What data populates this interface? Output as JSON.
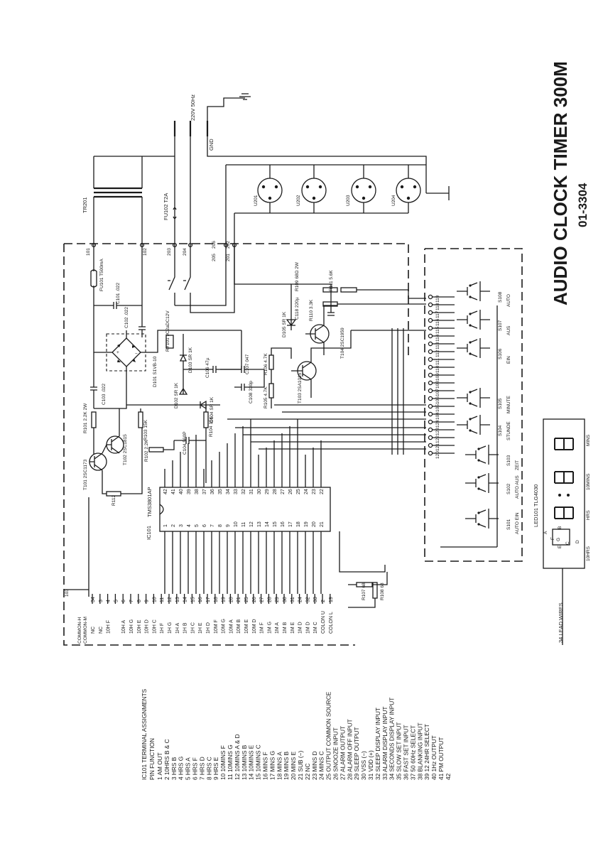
{
  "title": "AUDIO CLOCK TIMER 300M",
  "part_number": "01-3304",
  "power": {
    "mains": "220V 50Hz",
    "gnd": "GND",
    "transformer": "TR201"
  },
  "fuses": {
    "fu101": "FU101 T500mA",
    "fu102": "FU102 T2A"
  },
  "connectors": [
    "101",
    "102",
    "203",
    "204",
    "205",
    "206",
    "201",
    "202"
  ],
  "sockets": [
    "U201",
    "U202",
    "U203",
    "U204"
  ],
  "ic": {
    "ref": "IC101",
    "part": "TMS3801AP"
  },
  "components": {
    "c101": "C101 .022",
    "c102": "C102 .022",
    "c103": "C103 .022",
    "bridge": "D101 S1VB-10",
    "relay": "RY101 JC2aDC12V",
    "d103": "D103 SR 1K",
    "d102": "D102 SR 1K",
    "d104": "D104 SR 1K",
    "c106": "C106 47µ",
    "c107": "C107 047",
    "c108": "C108 330p",
    "c104": "C104 560P",
    "r101": "R101 2.2K 2W",
    "r103": "R103 15K",
    "r104": "R104 15K",
    "r102": "R102 2.2K",
    "r106": "R106 4.7K",
    "r105": "R105 4.7K",
    "r112": "R112",
    "t101": "T101 2SC1173",
    "t102": "T102 2SC1815",
    "t103": "T103 2SA1015",
    "t104": "T104 2SC1959",
    "d105": "D105 SR 1K",
    "c118": "C118 220µ",
    "r109": "R109 68Ω 2W",
    "r110": "R110 3.3K",
    "r111": "R111 5.6K",
    "r107": "R107 68",
    "r108": "R108 68"
  },
  "ic_pins_left": [
    "1",
    "2",
    "3",
    "4",
    "5",
    "6",
    "7",
    "8",
    "9",
    "10",
    "11",
    "12",
    "13",
    "14",
    "15",
    "16",
    "17",
    "18",
    "19",
    "20",
    "21"
  ],
  "ic_pins_right": [
    "42",
    "41",
    "40",
    "39",
    "38",
    "37",
    "36",
    "35",
    "34",
    "33",
    "32",
    "31",
    "30",
    "29",
    "28",
    "27",
    "26",
    "25",
    "24",
    "23",
    "22"
  ],
  "connector_pins": [
    {
      "pin": "34",
      "name": "NC"
    },
    {
      "pin": "3",
      "name": "NC"
    },
    {
      "pin": "4",
      "name": "10H F"
    },
    {
      "pin": "5",
      "name": ""
    },
    {
      "pin": "6",
      "name": "10H A"
    },
    {
      "pin": "7",
      "name": "10H G"
    },
    {
      "pin": "8",
      "name": "10H E"
    },
    {
      "pin": "9",
      "name": "10H D"
    },
    {
      "pin": "10",
      "name": "10H C"
    },
    {
      "pin": "11",
      "name": "1H F"
    },
    {
      "pin": "12",
      "name": "1H G"
    },
    {
      "pin": "13",
      "name": "1H A"
    },
    {
      "pin": "14",
      "name": "1H B"
    },
    {
      "pin": "15",
      "name": "1H C"
    },
    {
      "pin": "16",
      "name": "1H E"
    },
    {
      "pin": "17",
      "name": "1H D"
    },
    {
      "pin": "18",
      "name": "10M F"
    },
    {
      "pin": "19",
      "name": "10M G"
    },
    {
      "pin": "20",
      "name": "10M A"
    },
    {
      "pin": "21",
      "name": "10M B"
    },
    {
      "pin": "25",
      "name": "10M E"
    },
    {
      "pin": "26",
      "name": "10M D"
    },
    {
      "pin": "27",
      "name": "1M F"
    },
    {
      "pin": "28",
      "name": "1M G"
    },
    {
      "pin": "29",
      "name": "1M A"
    },
    {
      "pin": "30",
      "name": "1M B"
    },
    {
      "pin": "31",
      "name": "1M E"
    },
    {
      "pin": "24",
      "name": "1M D"
    },
    {
      "pin": "32",
      "name": "1M D"
    },
    {
      "pin": "33",
      "name": "1M C"
    },
    {
      "pin": "2",
      "name": "COLON U"
    },
    {
      "pin": "19",
      "name": "COLON L"
    }
  ],
  "common_labels": [
    "COMMON-H",
    "COMMON-M"
  ],
  "lead_wires": "34 LEAD WIRES",
  "connector_103": "103",
  "led": {
    "ref": "LED101 TLG4030",
    "digits": [
      "10HRS",
      "HRS",
      "10MINS",
      "MINS"
    ],
    "segments": [
      "A",
      "B",
      "C",
      "D",
      "E",
      "F",
      "G"
    ]
  },
  "switches": [
    {
      "ref": "S101",
      "label": "AUTO EIN"
    },
    {
      "ref": "S102",
      "label": "AUTO AUS"
    },
    {
      "ref": "S103",
      "label": "ZEIT"
    },
    {
      "ref": "S104",
      "label": "STUNDE"
    },
    {
      "ref": "S105",
      "label": "MINUTE"
    },
    {
      "ref": "S106",
      "label": "EIN"
    },
    {
      "ref": "S107",
      "label": "AUS"
    },
    {
      "ref": "S108",
      "label": "AUTO"
    }
  ],
  "switch_nodes": [
    "119",
    "118",
    "117",
    "116",
    "115",
    "114",
    "113",
    "112",
    "111",
    "110",
    "109",
    "108",
    "107",
    "106",
    "105",
    "104",
    "124",
    "123",
    "122",
    "121",
    "120"
  ],
  "assignments": {
    "heading": "IC101 TERMINAL ASSIGNMENTS",
    "columns": "PIN   FUNCTION",
    "rows": [
      "1    AM OUT",
      "2    10HRS B & C",
      "3    HRS B",
      "4    HRS G",
      "5    HRS A",
      "6    HRS F",
      "7    HRS D",
      "8    HRS C",
      "9    HRS E",
      "10   10MINS F",
      "11   10MINS G",
      "12   10MINS A & D",
      "13   10MINS B",
      "14   10MINS E",
      "15   10MINS C",
      "16   MINS F",
      "17   MINS G",
      "18   MINS A",
      "19   MINS B",
      "20   MINS E",
      "21   SUB (−)",
      "22   NC",
      "23   MINS D",
      "24   MINS C",
      "25   OUTPUT COMMON SOURCE",
      "26   SNOOZE INPUT",
      "27   ALARM OUTPUT",
      "28   ALARM OFF INPUT",
      "29   SLEEP OUTPUT",
      "30   VSS (−)",
      "31   VDD (+)",
      "32   SLEEP DISPLAY INPUT",
      "33   ALARM DISPLAY INPUT",
      "34   SECONDS DISPLAY INPUT",
      "35   SLOW SET INPUT",
      "36   FAST SET INPUT",
      "37   50 60Hz SELECT",
      "38   BLANKING INPUT",
      "39   12 24HR SELECT",
      "40   1Hz OUTPUT",
      "41   PM OUTPUT",
      "42   "
    ]
  }
}
